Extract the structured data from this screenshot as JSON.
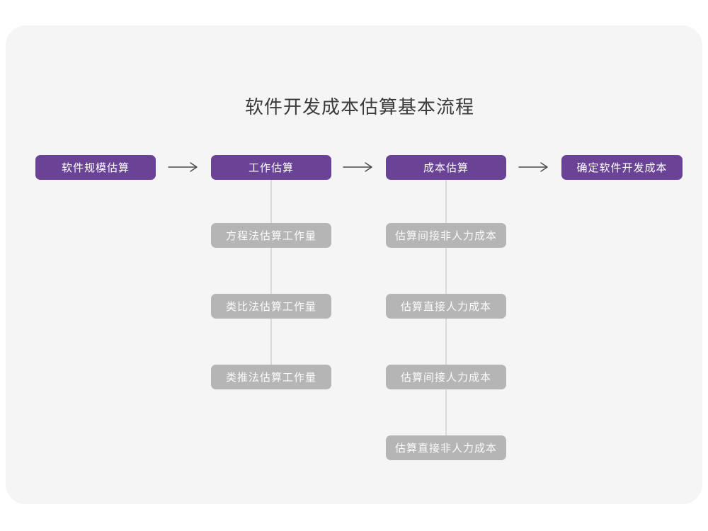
{
  "page": {
    "title": "软件开发成本估算基本流程"
  },
  "colors": {
    "page_background": "#ffffff",
    "card_background": "#f5f5f6",
    "accent_purple": "#6a4397",
    "gray_node": "#b5b5b5",
    "connector_line": "#dadada",
    "arrow": "#4a4a4a",
    "title_text": "#3b3b3b",
    "node_text": "#ffffff"
  },
  "flow": {
    "main_nodes": [
      {
        "label": "软件规模估算"
      },
      {
        "label": "工作估算"
      },
      {
        "label": "成本估算"
      },
      {
        "label": "确定软件开发成本"
      }
    ],
    "work_estimation_methods": [
      {
        "label": "方程法估算工作量"
      },
      {
        "label": "类比法估算工作量"
      },
      {
        "label": "类推法估算工作量"
      }
    ],
    "cost_estimation_steps": [
      {
        "label": "估算间接非人力成本"
      },
      {
        "label": "估算直接人力成本"
      },
      {
        "label": "估算间接人力成本"
      },
      {
        "label": "估算直接非人力成本"
      }
    ]
  }
}
